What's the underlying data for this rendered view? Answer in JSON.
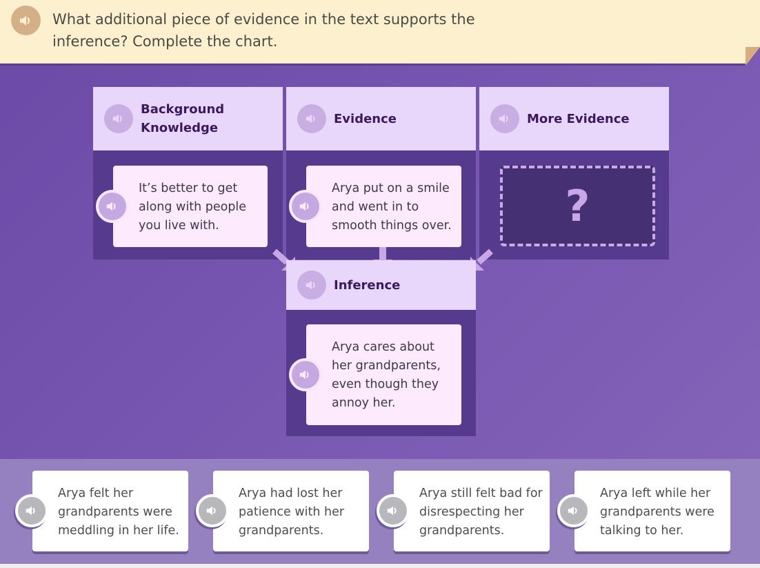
{
  "prompt": {
    "audio_icon": "speaker-icon",
    "text": "What additional piece of evidence in the text supports the inference? Complete the chart."
  },
  "chart": {
    "columns": [
      {
        "title": "Background Knowledge",
        "card_text": "It’s better to get along with people you live with."
      },
      {
        "title": "Evidence",
        "card_text": "Arya put on a smile and went in to smooth things over."
      },
      {
        "title": "More Evidence",
        "card_text": null,
        "placeholder": "?"
      }
    ],
    "inference": {
      "title": "Inference",
      "card_text": "Arya cares about her grandparents, even though they annoy her."
    }
  },
  "choices": [
    {
      "text": "Arya felt her grandparents were meddling in her life."
    },
    {
      "text": "Arya had lost her patience with her grandparents."
    },
    {
      "text": "Arya still felt bad for disrespecting her grandparents."
    },
    {
      "text": "Arya left while her grandparents were talking to her."
    }
  ],
  "colors": {
    "prompt_bg": "#fdf0cf",
    "stage_bg": "#7656b0",
    "header_bg": "#e9d6fb",
    "body_bg": "#553a8e",
    "card_bg": "#fdeafd",
    "tray_bg": "#9580c0"
  }
}
